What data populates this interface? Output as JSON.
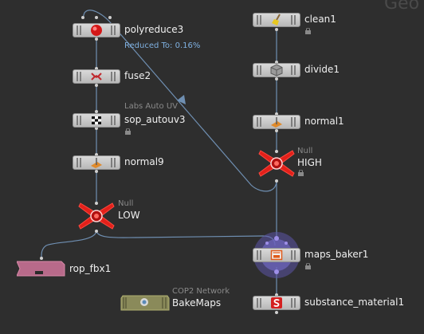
{
  "network": {
    "context_label": "Geo",
    "wire_color": "#6f8fb2",
    "selected_ring_color": "#8a7fd6"
  },
  "nodes": {
    "polyreduce": {
      "name": "polyreduce3",
      "info": "Reduced To: 0.16%",
      "icon": "polyreduce-red-ball-icon"
    },
    "fuse": {
      "name": "fuse2",
      "icon": "fuse-icon"
    },
    "autouv": {
      "name": "sop_autouv3",
      "type_label": "Labs Auto UV",
      "icon": "checker-uv-icon"
    },
    "normal_left": {
      "name": "normal9",
      "icon": "normal-icon"
    },
    "low": {
      "name": "LOW",
      "type_label": "Null",
      "icon": "null-x-icon"
    },
    "rop_fbx": {
      "name": "rop_fbx1",
      "icon": "rop-icon"
    },
    "bakemaps": {
      "name": "BakeMaps",
      "type_label": "COP2 Network",
      "icon": "cop-network-icon"
    },
    "clean": {
      "name": "clean1",
      "icon": "broom-icon"
    },
    "divide": {
      "name": "divide1",
      "icon": "cube-icon"
    },
    "normal_right": {
      "name": "normal1",
      "icon": "normal-icon"
    },
    "high": {
      "name": "HIGH",
      "type_label": "Null",
      "icon": "null-x-icon"
    },
    "maps_baker": {
      "name": "maps_baker1",
      "icon": "baker-icon"
    },
    "substance": {
      "name": "substance_material1",
      "icon": "substance-icon"
    }
  }
}
